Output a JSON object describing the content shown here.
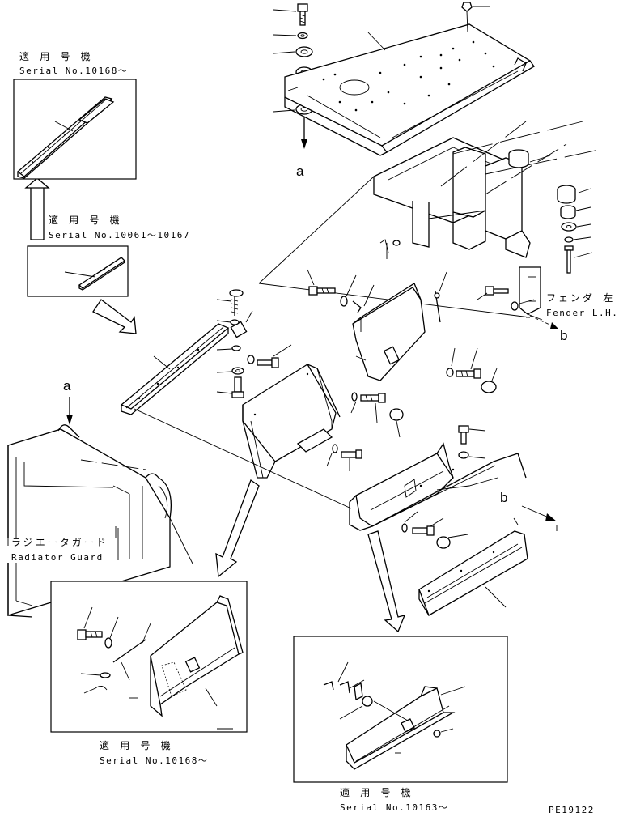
{
  "title_code": "PE19122",
  "callouts": {
    "a_top": "a",
    "a_left": "a",
    "b_right": "b",
    "b_mid": "b"
  },
  "labels": {
    "fender_jp": "フェンダ 左",
    "fender_en": "Fender L.H.",
    "radiator_jp": "ラジエータガード",
    "radiator_en": "Radiator Guard"
  },
  "insets": [
    {
      "jp": "適 用 号 機",
      "serial": "Serial No.10168～"
    },
    {
      "jp": "適 用 号 機",
      "serial": "Serial No.10061～10167"
    },
    {
      "jp": "適 用 号 機",
      "serial": "Serial No.10168～"
    },
    {
      "jp": "適 用 号 機",
      "serial": "Serial No.10163～"
    }
  ]
}
